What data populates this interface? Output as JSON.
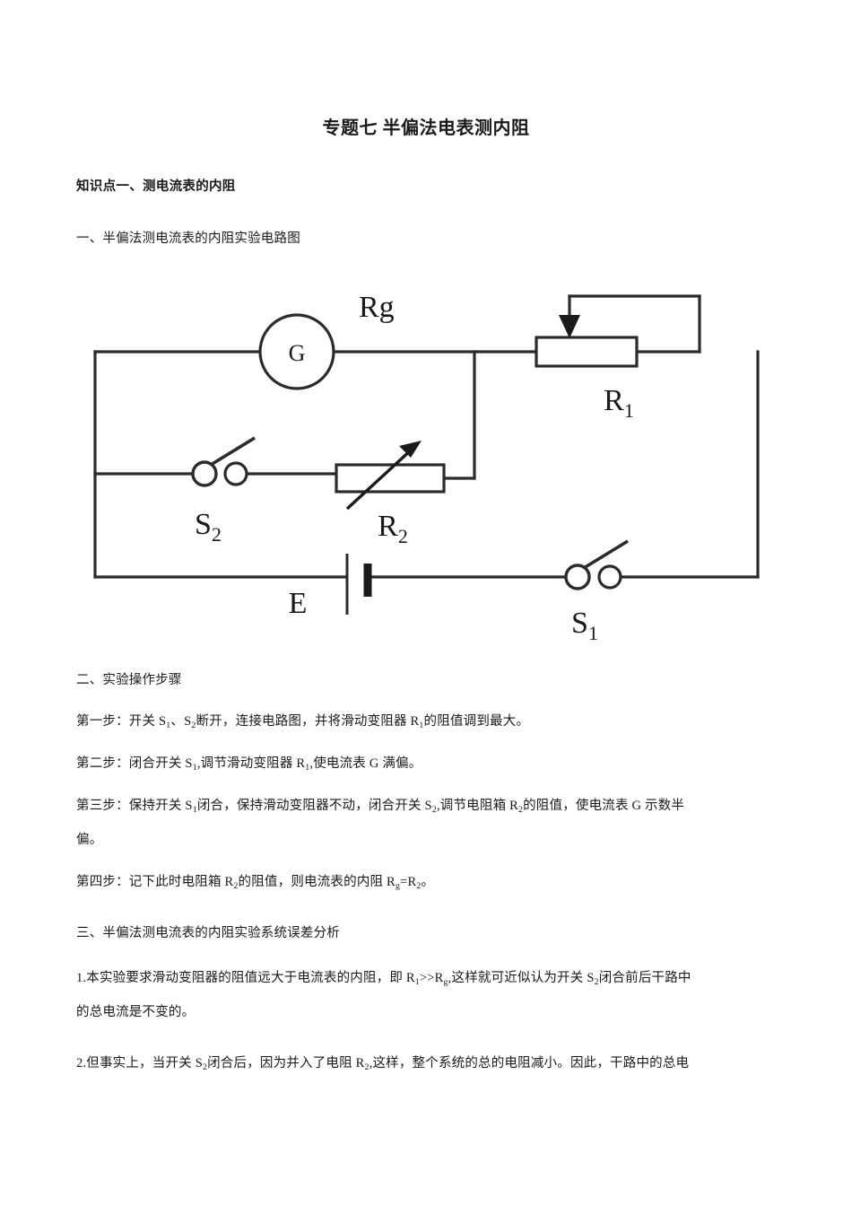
{
  "document": {
    "title": "专题七 半偏法电表测内阻",
    "section_heading": "知识点一、测电流表的内阻",
    "subsection_1": "一、半偏法测电流表的内阻实验电路图",
    "subsection_2": "二、实验操作步骤",
    "subsection_3": "三、半偏法测电流表的内阻实验系统误差分析"
  },
  "steps": {
    "step1_prefix": "第一步：开关 S",
    "step1_sub1": "1",
    "step1_mid": "、S",
    "step1_sub2": "2",
    "step1_mid2": "断开，连接电路图，并将滑动变阻器 R",
    "step1_sub3": "1",
    "step1_suffix": "的阻值调到最大。",
    "step2_prefix": "第二步：闭合开关 S",
    "step2_sub1": "1",
    "step2_mid": ",调节滑动变阻器 R",
    "step2_sub2": "1",
    "step2_suffix": ",使电流表 G 满偏。",
    "step3_prefix": "第三步：保持开关 S",
    "step3_sub1": "1",
    "step3_mid": "闭合，保持滑动变阻器不动，闭合开关 S",
    "step3_sub2": "2",
    "step3_mid2": ",调节电阻箱 R",
    "step3_sub3": "2",
    "step3_suffix": "的阻值，使电流表 G 示数半",
    "step3_line2": "偏。",
    "step4_prefix": "第四步：记下此时电阻箱 R",
    "step4_sub1": "2",
    "step4_mid": "的阻值，则电流表的内阻 R",
    "step4_sub2": "g",
    "step4_mid2": "=R",
    "step4_sub3": "2",
    "step4_suffix": "。"
  },
  "analysis": {
    "item1_prefix": "1.本实验要求滑动变阻器的阻值远大于电流表的内阻，即 R",
    "item1_sub1": "1",
    "item1_mid": ">>R",
    "item1_sub2": "g",
    "item1_mid2": ",这样就可近似认为开关 S",
    "item1_sub3": "2",
    "item1_suffix": "闭合前后干路中",
    "item1_line2": "的总电流是不变的。",
    "item2_prefix": "2.但事实上，当开关 S",
    "item2_sub1": "2",
    "item2_mid": "闭合后，因为并入了电阻 R",
    "item2_sub2": "2",
    "item2_suffix": ",这样，整个系统的总的电阻减小。因此，干路中的总电"
  },
  "circuit": {
    "galvanometer_symbol": "G",
    "galvanometer_label": "Rg",
    "rheostat_r1_label": "R",
    "rheostat_r1_sub": "1",
    "resistor_r2_label": "R",
    "resistor_r2_sub": "2",
    "switch_s1_label": "S",
    "switch_s1_sub": "1",
    "switch_s2_label": "S",
    "switch_s2_sub": "2",
    "battery_label": "E",
    "wire_color": "#2b2b2b"
  }
}
